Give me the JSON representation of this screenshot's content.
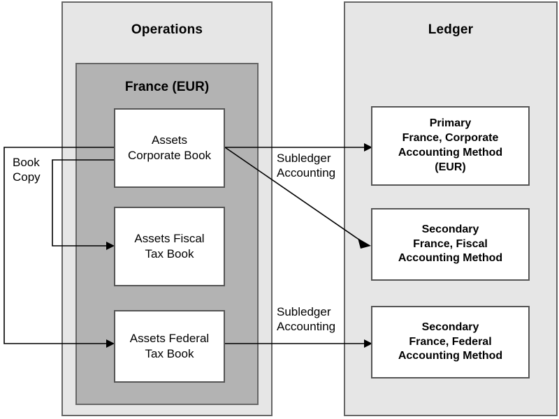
{
  "diagram": {
    "title_operations": "Operations",
    "title_ledger": "Ledger",
    "subgroup_france": "France (EUR)",
    "colors": {
      "panel_background": "#e6e6e6",
      "subpanel_background": "#b3b3b3",
      "node_background": "#ffffff",
      "border": "#666666",
      "node_border": "#555555",
      "connector": "#000000",
      "page_background": "#ffffff"
    }
  },
  "operations": {
    "panel_label": "Operations",
    "group": {
      "label": "France (EUR)",
      "books": [
        {
          "id": "assets-corporate-book",
          "label": "Assets\nCorporate Book",
          "bold": false
        },
        {
          "id": "assets-fiscal-tax-book",
          "label": "Assets Fiscal\nTax Book",
          "bold": false
        },
        {
          "id": "assets-federal-tax-book",
          "label": "Assets Federal\nTax Book",
          "bold": false
        }
      ]
    }
  },
  "ledger": {
    "panel_label": "Ledger",
    "entries": [
      {
        "id": "primary-france-corporate",
        "label": "Primary\nFrance, Corporate\nAccounting Method\n(EUR)",
        "bold": true
      },
      {
        "id": "secondary-france-fiscal",
        "label": "Secondary\nFrance, Fiscal\nAccounting Method",
        "bold": true
      },
      {
        "id": "secondary-france-federal",
        "label": "Secondary\nFrance, Federal\nAccounting Method",
        "bold": true
      }
    ]
  },
  "edges": [
    {
      "id": "book-copy",
      "label": "Book\nCopy",
      "from": "assets-corporate-book",
      "to": [
        "assets-fiscal-tax-book",
        "assets-federal-tax-book"
      ]
    },
    {
      "id": "subledger-accounting-top",
      "label": "Subledger\nAccounting",
      "from": "assets-corporate-book",
      "to": [
        "primary-france-corporate",
        "secondary-france-fiscal"
      ]
    },
    {
      "id": "subledger-accounting-bottom",
      "label": "Subledger\nAccounting",
      "from": "assets-federal-tax-book",
      "to": [
        "secondary-france-federal"
      ]
    }
  ]
}
